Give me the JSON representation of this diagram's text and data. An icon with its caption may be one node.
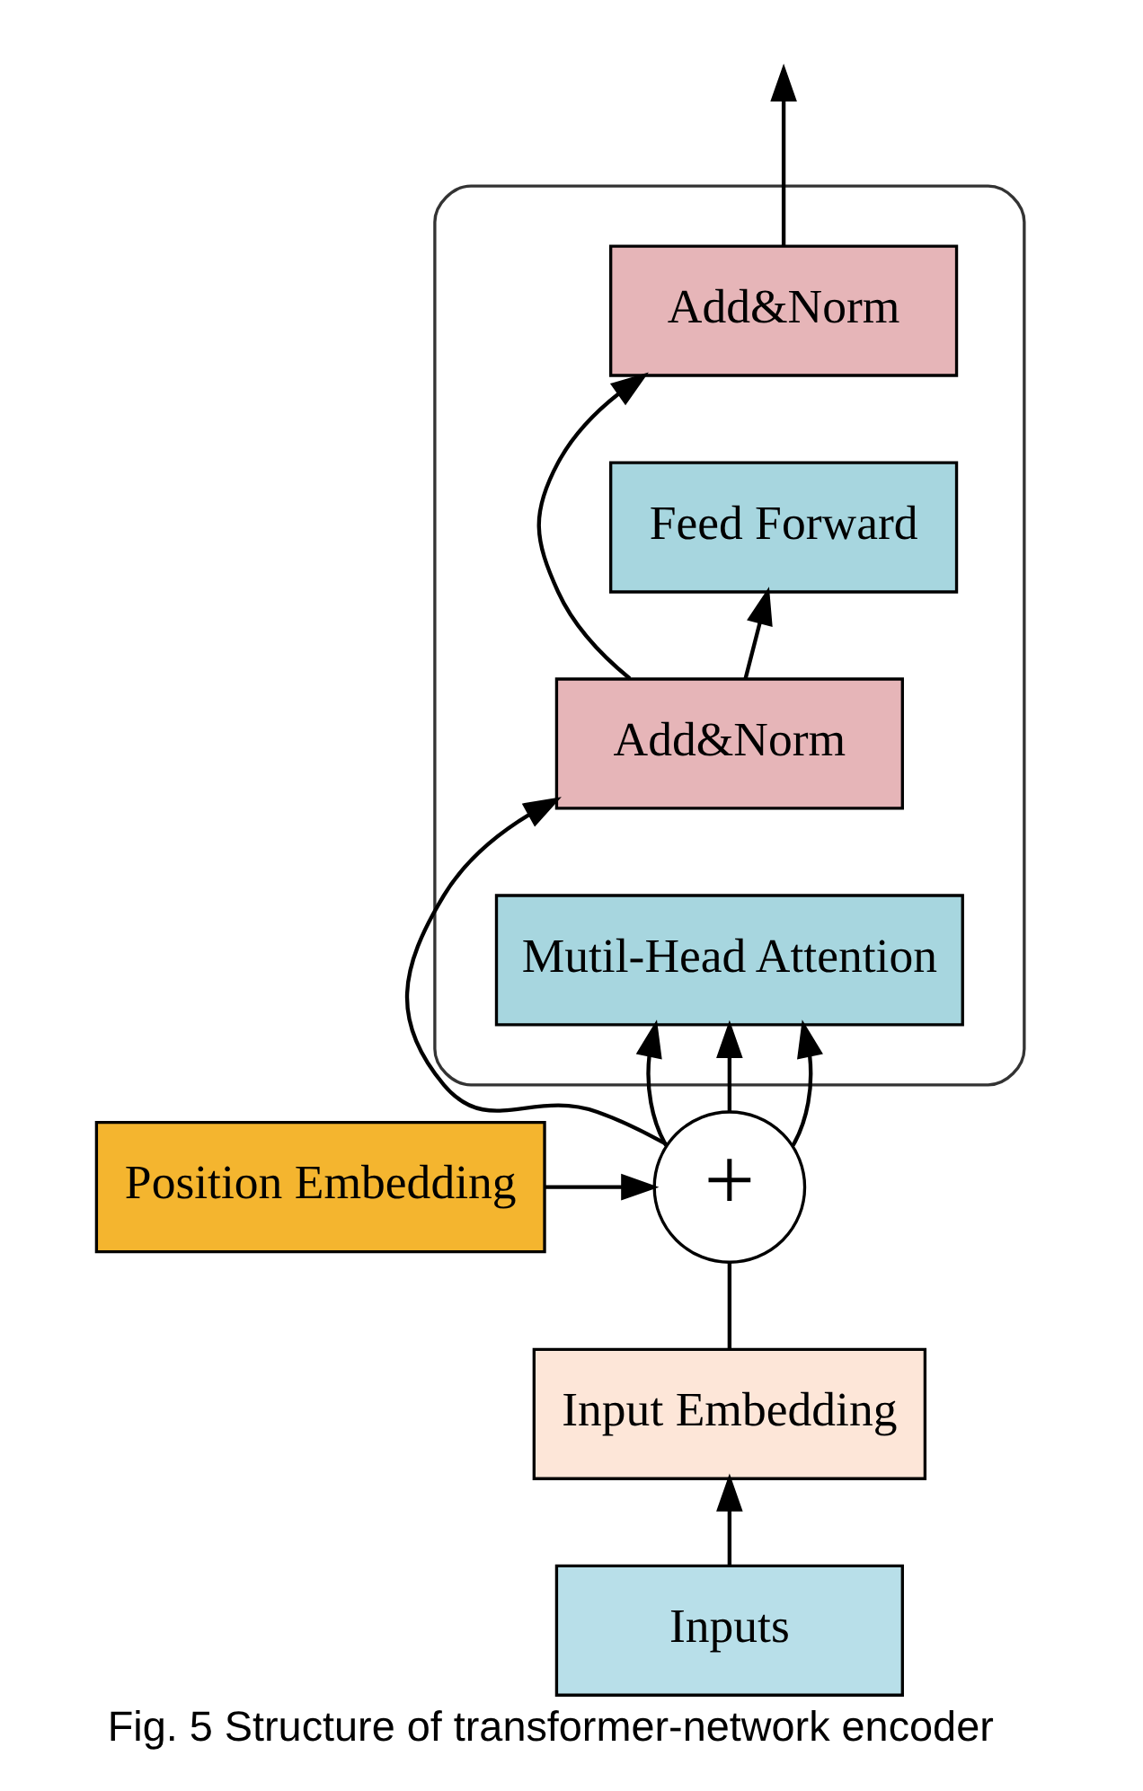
{
  "diagram": {
    "caption": "Fig. 5 Structure of transformer-network encoder",
    "nodes": [
      {
        "text": [],
        "shape": "box"
      },
      {
        "text": [
          "Add&Norm"
        ],
        "in": 0
      },
      {
        "text": [
          "Feed Forward"
        ],
        "in": 0
      },
      {
        "text": [
          "Add&Norm"
        ],
        "in": 0
      },
      {
        "text": [
          "Mutil-Head Attention"
        ],
        "in": 0
      },
      {
        "text": [
          "Position Embedding"
        ]
      },
      {
        "text": [
          "+"
        ]
      },
      {
        "text": [
          "Input Embedding"
        ]
      },
      {
        "text": [
          "Inputs"
        ]
      }
    ],
    "edges": [
      {
        "from": 8,
        "to": 7,
        "arrow": "to"
      },
      {
        "from": 7,
        "to": 6,
        "arrow": "none"
      },
      {
        "from": 5,
        "to": 6,
        "arrow": "to"
      },
      {
        "from": 6,
        "to": 4,
        "arrow": "to"
      },
      {
        "from": 6,
        "to": 4,
        "arrow": "to"
      },
      {
        "from": 6,
        "to": 4,
        "arrow": "to"
      },
      {
        "from": 6,
        "to": 3,
        "arrow": "to"
      },
      {
        "from": 3,
        "to": 2,
        "arrow": "to"
      },
      {
        "from": 3,
        "to": 1,
        "arrow": "to"
      },
      {
        "from": 1,
        "to": null,
        "arrow": "to"
      }
    ]
  }
}
